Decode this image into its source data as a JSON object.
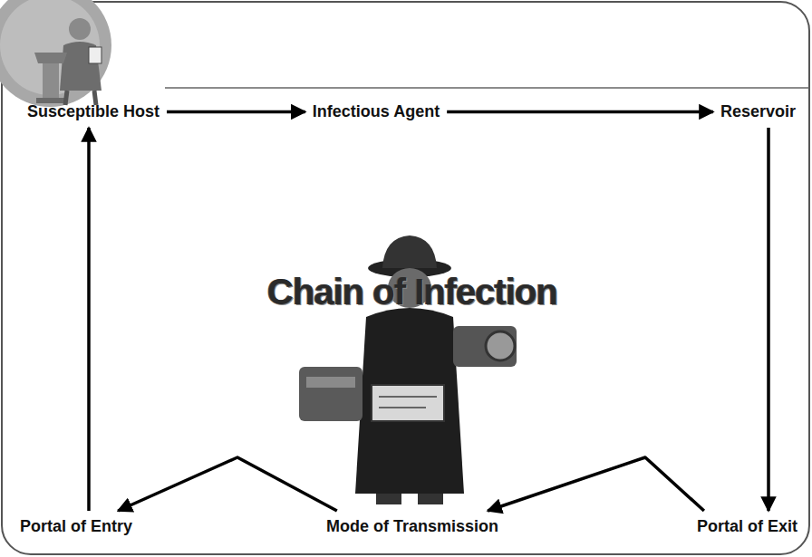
{
  "diagram": {
    "title": "Chain of Infection",
    "nodes": [
      {
        "text": [
          "Susceptible Host"
        ]
      },
      {
        "text": [
          "Infectious Agent"
        ]
      },
      {
        "text": [
          "Reservoir"
        ]
      },
      {
        "text": [
          "Portal of Entry"
        ]
      },
      {
        "text": [
          "Mode of Transmission"
        ]
      },
      {
        "text": [
          "Portal of Exit"
        ]
      }
    ],
    "edges": [
      {
        "from": 0,
        "to": 1,
        "arrow": "to"
      },
      {
        "from": 1,
        "to": 2,
        "arrow": "to"
      },
      {
        "from": 2,
        "to": 5,
        "arrow": "to"
      },
      {
        "from": 5,
        "to": 4,
        "arrow": "to"
      },
      {
        "from": 4,
        "to": 3,
        "arrow": "to"
      },
      {
        "from": 3,
        "to": 0,
        "arrow": "to"
      }
    ]
  }
}
